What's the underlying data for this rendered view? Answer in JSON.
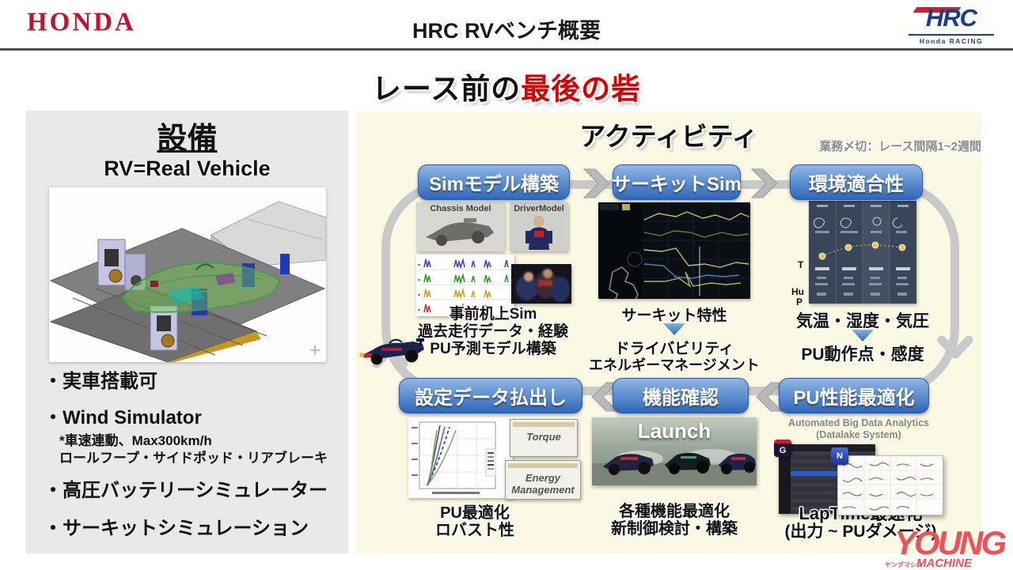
{
  "header": {
    "honda_logo": "HONDA",
    "title": "HRC RVベンチ概要",
    "hrc_logo": "HRC",
    "hrc_logo_sub": "Honda RACING"
  },
  "main_title": {
    "prefix": "レース前の",
    "highlight": "最後の砦"
  },
  "left_panel": {
    "heading": "設備",
    "subheading": "RV=Real Vehicle",
    "bullets": [
      {
        "text": "・実車搭載可"
      },
      {
        "text": "・Wind Simulator",
        "sub": [
          "*車速連動、Max300km/h",
          "ロールフープ・サイドポッド・リアブレーキ"
        ]
      },
      {
        "text": "・高圧バッテリーシミュレーター"
      },
      {
        "text": "・サーキットシミュレーション"
      }
    ]
  },
  "activity": {
    "heading": "アクティビティ",
    "deadline_note": "業務〆切：レース間隔1~2週間",
    "top_flow": [
      {
        "label": "Simモデル構築"
      },
      {
        "label": "サーキットSim"
      },
      {
        "label": "環境適合性"
      }
    ],
    "bottom_flow": [
      {
        "label": "設定データ払出し"
      },
      {
        "label": "機能確認"
      },
      {
        "label": "PU性能最適化"
      }
    ],
    "sim_model": {
      "image_label_chassis": "Chassis Model",
      "image_label_driver": "DriverModel",
      "captions": [
        "事前机上Sim",
        "過去走行データ・経験",
        "PU予測モデル構築"
      ]
    },
    "circuit_sim": {
      "caption_top": "サーキット特性",
      "captions_bottom": [
        "ドライバビリティ",
        "エネルギーマネージメント"
      ]
    },
    "environment": {
      "axis_t": "T",
      "axis_hu": "Hu",
      "axis_p": "P",
      "caption_top": "気温・湿度・気圧",
      "caption_bottom": "PU動作点・感度"
    },
    "data_release": {
      "panel_torque": "Torque",
      "panel_energy": "Energy Management",
      "captions": [
        "PU最適化",
        "ロバスト性"
      ]
    },
    "function_check": {
      "image_label": "Launch",
      "captions": [
        "各種機能最適化",
        "新制御検討・構築"
      ]
    },
    "pu_optimization": {
      "note_line1": "Automated Big Data Analytics",
      "note_line2": "(Datalake System)",
      "captions": [
        "LapTime最速化",
        "(出力 ~ PUダメージ)"
      ]
    }
  },
  "watermark": {
    "main": "YOUNG",
    "sub": "MACHINE",
    "sub_jp": "ヤングマシン"
  },
  "colors": {
    "honda_red": "#c3112f",
    "hrc_navy": "#1c3d8f",
    "title_red": "#d80000",
    "box_blue": "#2f67b8",
    "panel_gray": "#e9e9e9",
    "panel_cream": "#fbf8e3",
    "loop_gray": "#c9c9c9",
    "watermark_red": "#ec5257"
  }
}
